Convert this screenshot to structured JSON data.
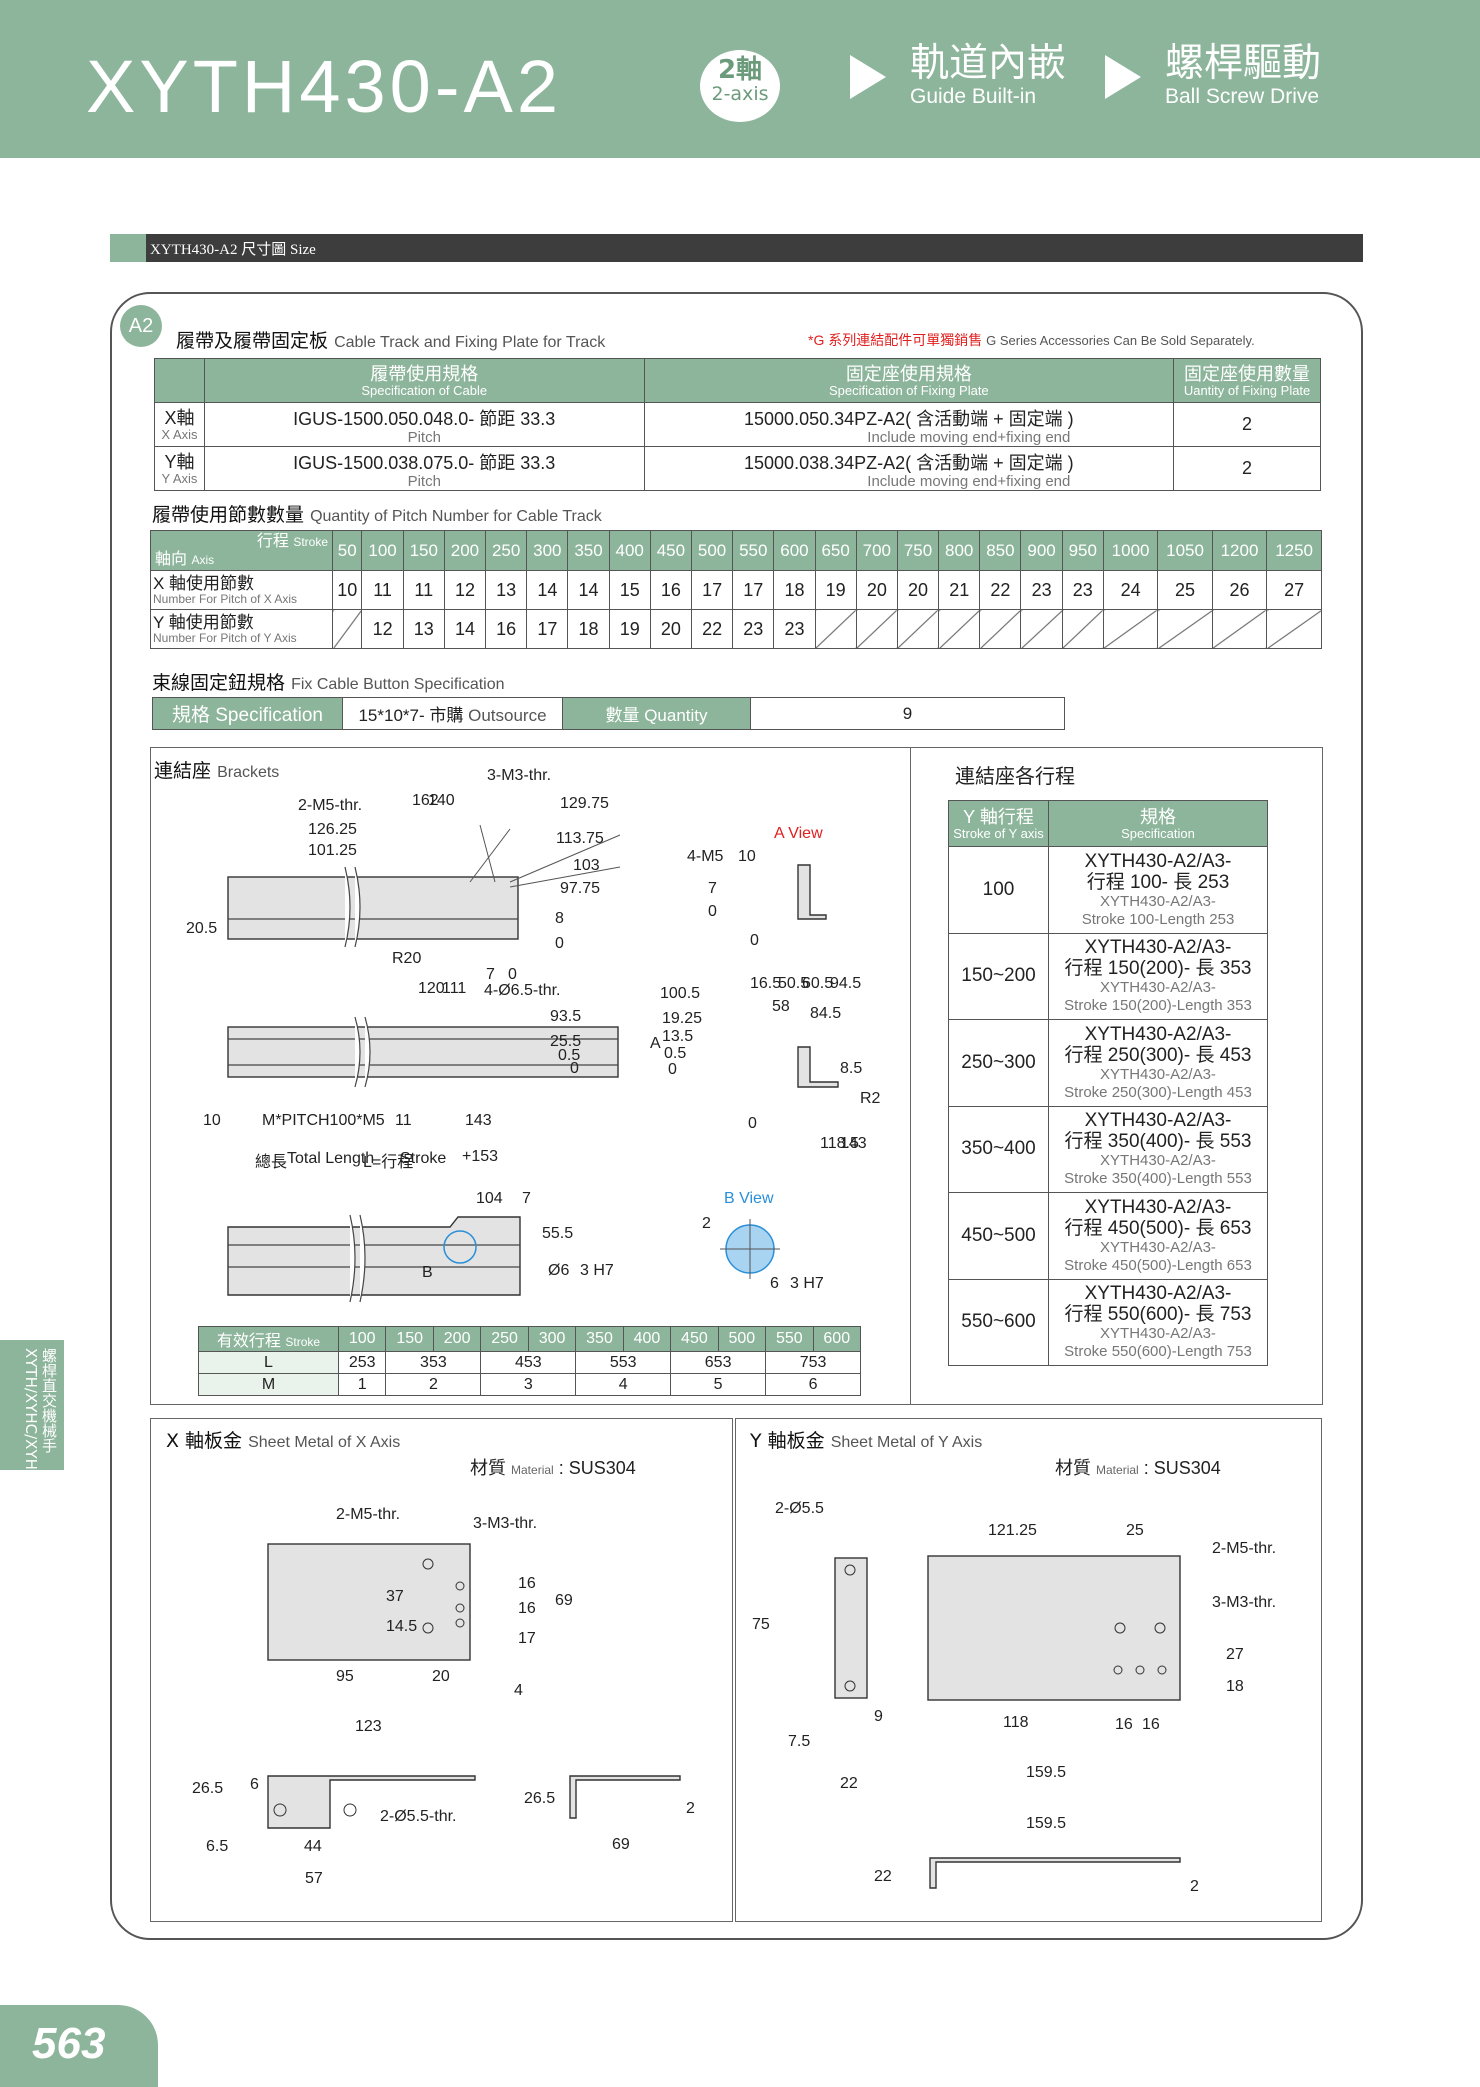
{
  "header": {
    "model": "XYTH430-A2",
    "axis_zh": "2軸",
    "axis_en": "2-axis",
    "feature1_zh": "軌道內嵌",
    "feature1_en": "Guide Built-in",
    "feature2_zh": "螺桿驅動",
    "feature2_en": "Ball Screw Drive"
  },
  "size_bar": "XYTH430-A2 尺寸圖 Size",
  "badge": "A2",
  "cable": {
    "title_zh": "履帶及履帶固定板",
    "title_en": "Cable Track and Fixing Plate for Track",
    "note_red": "*G 系列連結配件可單獨銷售",
    "note_en": "G Series Accessories Can Be Sold Separately.",
    "headers": [
      {
        "zh": "履帶使用規格",
        "en": "Specification of Cable"
      },
      {
        "zh": "固定座使用規格",
        "en": "Specification of Fixing Plate"
      },
      {
        "zh": "固定座使用數量",
        "en": "Uantity of Fixing Plate"
      }
    ],
    "rows": [
      {
        "axis_zh": "X軸",
        "axis_en": "X Axis",
        "cable": "IGUS-1500.050.048.0- 節距 33.3",
        "cable_sub": "Pitch",
        "plate": "15000.050.34PZ-A2( 含活動端 + 固定端 )",
        "plate_sub": "Include moving end+fixing end",
        "qty": "2"
      },
      {
        "axis_zh": "Y軸",
        "axis_en": "Y Axis",
        "cable": "IGUS-1500.038.075.0- 節距 33.3",
        "cable_sub": "Pitch",
        "plate": "15000.038.34PZ-A2( 含活動端 + 固定端 )",
        "plate_sub": "Include moving end+fixing end",
        "qty": "2"
      }
    ]
  },
  "pitch": {
    "title_zh": "履帶使用節數數量",
    "title_en": "Quantity of Pitch Number for Cable Track",
    "stroke_label_zh": "行程",
    "stroke_label_en": "Stroke",
    "axis_label_zh": "軸向",
    "axis_label_en": "Axis",
    "strokes": [
      "50",
      "100",
      "150",
      "200",
      "250",
      "300",
      "350",
      "400",
      "450",
      "500",
      "550",
      "600",
      "650",
      "700",
      "750",
      "800",
      "850",
      "900",
      "950",
      "1000",
      "1050",
      "1200",
      "1250"
    ],
    "x_label_zh": "X 軸使用節數",
    "x_label_en": "Number For Pitch of X Axis",
    "x_vals": [
      "10",
      "11",
      "11",
      "12",
      "13",
      "14",
      "14",
      "15",
      "16",
      "17",
      "17",
      "18",
      "19",
      "20",
      "20",
      "21",
      "22",
      "23",
      "23",
      "24",
      "25",
      "26",
      "27"
    ],
    "y_label_zh": "Y 軸使用節數",
    "y_label_en": "Number For Pitch of Y Axis",
    "y_vals": [
      "",
      "12",
      "13",
      "14",
      "16",
      "17",
      "18",
      "19",
      "20",
      "22",
      "23",
      "23",
      "",
      "",
      "",
      "",
      "",
      "",
      "",
      "",
      "",
      "",
      ""
    ]
  },
  "button": {
    "title_zh": "束線固定鈕規格",
    "title_en": "Fix Cable Button Specification",
    "spec_label": "規格 Specification",
    "spec_val_zh": "15*10*7- 市購",
    "spec_val_en": "Outsource",
    "qty_label": "數量 Quantity",
    "qty_val": "9"
  },
  "brackets": {
    "title_zh": "連結座",
    "title_en": "Brackets",
    "a_view": "A View",
    "b_view": "B View",
    "labels": [
      "3-M3-thr.",
      "2-M5-thr.",
      "162",
      "140",
      "129.75",
      "126.25",
      "113.75",
      "101.25",
      "103",
      "97.75",
      "20.5",
      "8",
      "0",
      "R20",
      "7",
      "0",
      "120",
      "111",
      "4-Ø6.5-thr.",
      "93.5",
      "25.5",
      "0.5",
      "0",
      "10",
      "M*PITCH100*M5",
      "11",
      "143",
      "總長",
      "Total Length",
      "L=行程",
      "Stroke",
      "+153",
      "104",
      "7",
      "55.5",
      "Ø6",
      "3 H7",
      "B",
      "A",
      "4-M5",
      "10",
      "7",
      "0",
      "0",
      "16.5",
      "50.5",
      "60.5",
      "94.5",
      "100.5",
      "58",
      "84.5",
      "19.25",
      "13.5",
      "0.5",
      "0",
      "8.5",
      "R2",
      "0",
      "118.5",
      "143",
      "2",
      "6",
      "3 H7"
    ],
    "eff": {
      "head": "有效行程",
      "head_en": "Stroke",
      "strokes": [
        "100",
        "150",
        "200",
        "250",
        "300",
        "350",
        "400",
        "450",
        "500",
        "550",
        "600"
      ],
      "L_label": "L",
      "L": [
        "253",
        "353",
        "453",
        "553",
        "653",
        "753"
      ],
      "M_label": "M",
      "M": [
        "1",
        "2",
        "3",
        "4",
        "5",
        "6"
      ]
    }
  },
  "stroke_table": {
    "title": "連結座各行程",
    "head1_zh": "Y 軸行程",
    "head1_en": "Stroke of Y axis",
    "head2_zh": "規格",
    "head2_en": "Specification",
    "rows": [
      {
        "s": "100",
        "zh1": "XYTH430-A2/A3-",
        "zh2": "行程 100- 長 253",
        "en1": "XYTH430-A2/A3-",
        "en2": "Stroke 100-Length 253"
      },
      {
        "s": "150~200",
        "zh1": "XYTH430-A2/A3-",
        "zh2": "行程 150(200)- 長 353",
        "en1": "XYTH430-A2/A3-",
        "en2": "Stroke 150(200)-Length 353"
      },
      {
        "s": "250~300",
        "zh1": "XYTH430-A2/A3-",
        "zh2": "行程 250(300)- 長 453",
        "en1": "XYTH430-A2/A3-",
        "en2": "Stroke 250(300)-Length 453"
      },
      {
        "s": "350~400",
        "zh1": "XYTH430-A2/A3-",
        "zh2": "行程 350(400)- 長 553",
        "en1": "XYTH430-A2/A3-",
        "en2": "Stroke 350(400)-Length 553"
      },
      {
        "s": "450~500",
        "zh1": "XYTH430-A2/A3-",
        "zh2": "行程 450(500)- 長 653",
        "en1": "XYTH430-A2/A3-",
        "en2": "Stroke 450(500)-Length 653"
      },
      {
        "s": "550~600",
        "zh1": "XYTH430-A2/A3-",
        "zh2": "行程 550(600)- 長 753",
        "en1": "XYTH430-A2/A3-",
        "en2": "Stroke 550(600)-Length 753"
      }
    ]
  },
  "x_metal": {
    "title_zh": "X 軸板金",
    "title_en": "Sheet Metal of X Axis",
    "mat_zh": "材質",
    "mat_en": "Material",
    "mat_val": ": SUS304",
    "labels": [
      "2-M5-thr.",
      "3-M3-thr.",
      "37",
      "14.5",
      "16",
      "16",
      "17",
      "69",
      "95",
      "20",
      "4",
      "123",
      "26.5",
      "6",
      "6.5",
      "44",
      "57",
      "2-Ø5.5-thr.",
      "26.5",
      "2",
      "69"
    ]
  },
  "y_metal": {
    "title_zh": "Y 軸板金",
    "title_en": "Sheet Metal of Y Axis",
    "mat_zh": "材質",
    "mat_en": "Material",
    "mat_val": ": SUS304",
    "labels": [
      "2-Ø5.5",
      "75",
      "7.5",
      "9",
      "22",
      "121.25",
      "25",
      "2-M5-thr.",
      "3-M3-thr.",
      "27",
      "18",
      "118",
      "16",
      "16",
      "159.5",
      "159.5",
      "22",
      "2"
    ]
  },
  "side_tab": "螺桿直交機械手 XYTH/XYHC/XYHB",
  "page_number": "563"
}
